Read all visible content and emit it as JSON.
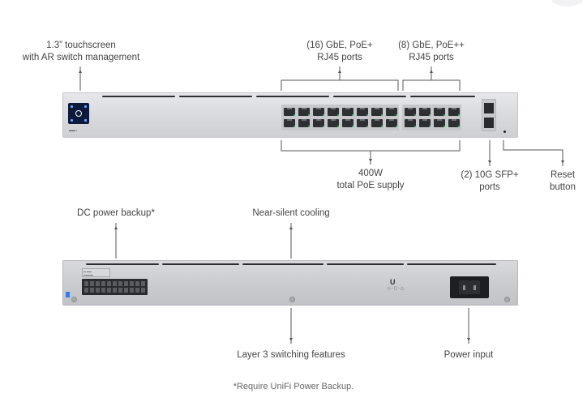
{
  "labels": {
    "touchscreen": [
      "1.3” touchscreen",
      "with AR switch management"
    ],
    "ports_poe_plus": [
      "(16) GbE, PoE+",
      "RJ45 ports"
    ],
    "ports_poe_plus_plus": [
      "(8) GbE, PoE++",
      "RJ45 ports"
    ],
    "poe_supply": [
      "400W",
      "total PoE supply"
    ],
    "sfp_ports": [
      "(2) 10G SFP+",
      "ports"
    ],
    "reset_button": [
      "Reset",
      "button"
    ],
    "dc_power_backup": "DC power backup*",
    "cooling": "Near-silent cooling",
    "layer3": "Layer 3 switching features",
    "power_input": "Power input"
  },
  "footnote": "*Require UniFi Power Backup.",
  "colors": {
    "chassis": "#dcdde1",
    "port": "#2e2f33",
    "led": "#33cc66",
    "touchscreen": "#0c1a3c",
    "accent_blue": "#2f7bff"
  }
}
